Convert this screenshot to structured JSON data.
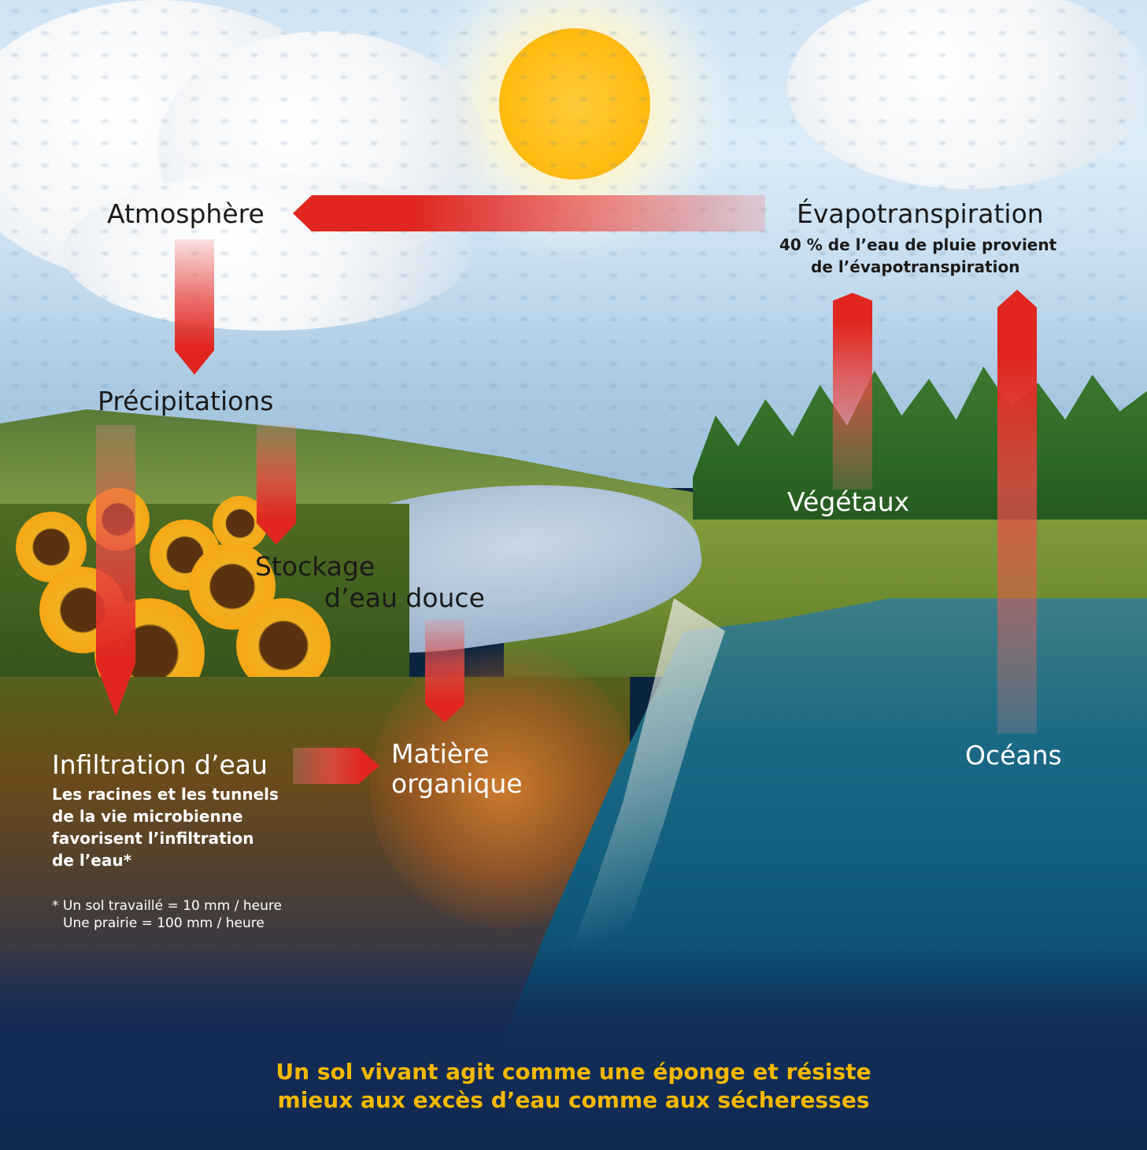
{
  "diagram": {
    "nodes": {
      "atmosphere": "Atmosphère",
      "evapotranspiration": "Évapotranspiration",
      "evapotranspiration_note_1": "40 % de l’eau de pluie provient",
      "evapotranspiration_note_2": "de l’évapotranspiration",
      "precipitations": "Précipitations",
      "vegetaux": "Végétaux",
      "stockage_1": "Stockage",
      "stockage_2": "d’eau douce",
      "infiltration": "Infiltration d’eau",
      "infiltration_note_1": "Les racines et les tunnels",
      "infiltration_note_2": "de la vie microbienne",
      "infiltration_note_3": "favorisent l’infiltration",
      "infiltration_note_4": "de l’eau*",
      "matiere_1": "Matière",
      "matiere_2": "organique",
      "oceans": "Océans"
    },
    "footnote_1": "* Un sol travaillé = 10 mm / heure",
    "footnote_2": "Une prairie = 100 mm / heure",
    "tagline_1": "Un sol vivant agit comme une éponge et résiste",
    "tagline_2": "mieux aux excès d’eau comme aux sécheresses",
    "edges": [
      {
        "from": "Évapotranspiration",
        "to": "Atmosphère"
      },
      {
        "from": "Atmosphère",
        "to": "Précipitations"
      },
      {
        "from": "Précipitations",
        "to": "Infiltration d’eau"
      },
      {
        "from": "Précipitations",
        "to": "Stockage d’eau douce"
      },
      {
        "from": "Stockage d’eau douce",
        "to": "Matière organique"
      },
      {
        "from": "Infiltration d’eau",
        "to": "Matière organique"
      },
      {
        "from": "Végétaux",
        "to": "Évapotranspiration"
      },
      {
        "from": "Océans",
        "to": "Évapotranspiration"
      }
    ],
    "colors": {
      "arrow": "#e0261f",
      "tagline": "#f5b800",
      "sun": "#ffbe13"
    }
  }
}
